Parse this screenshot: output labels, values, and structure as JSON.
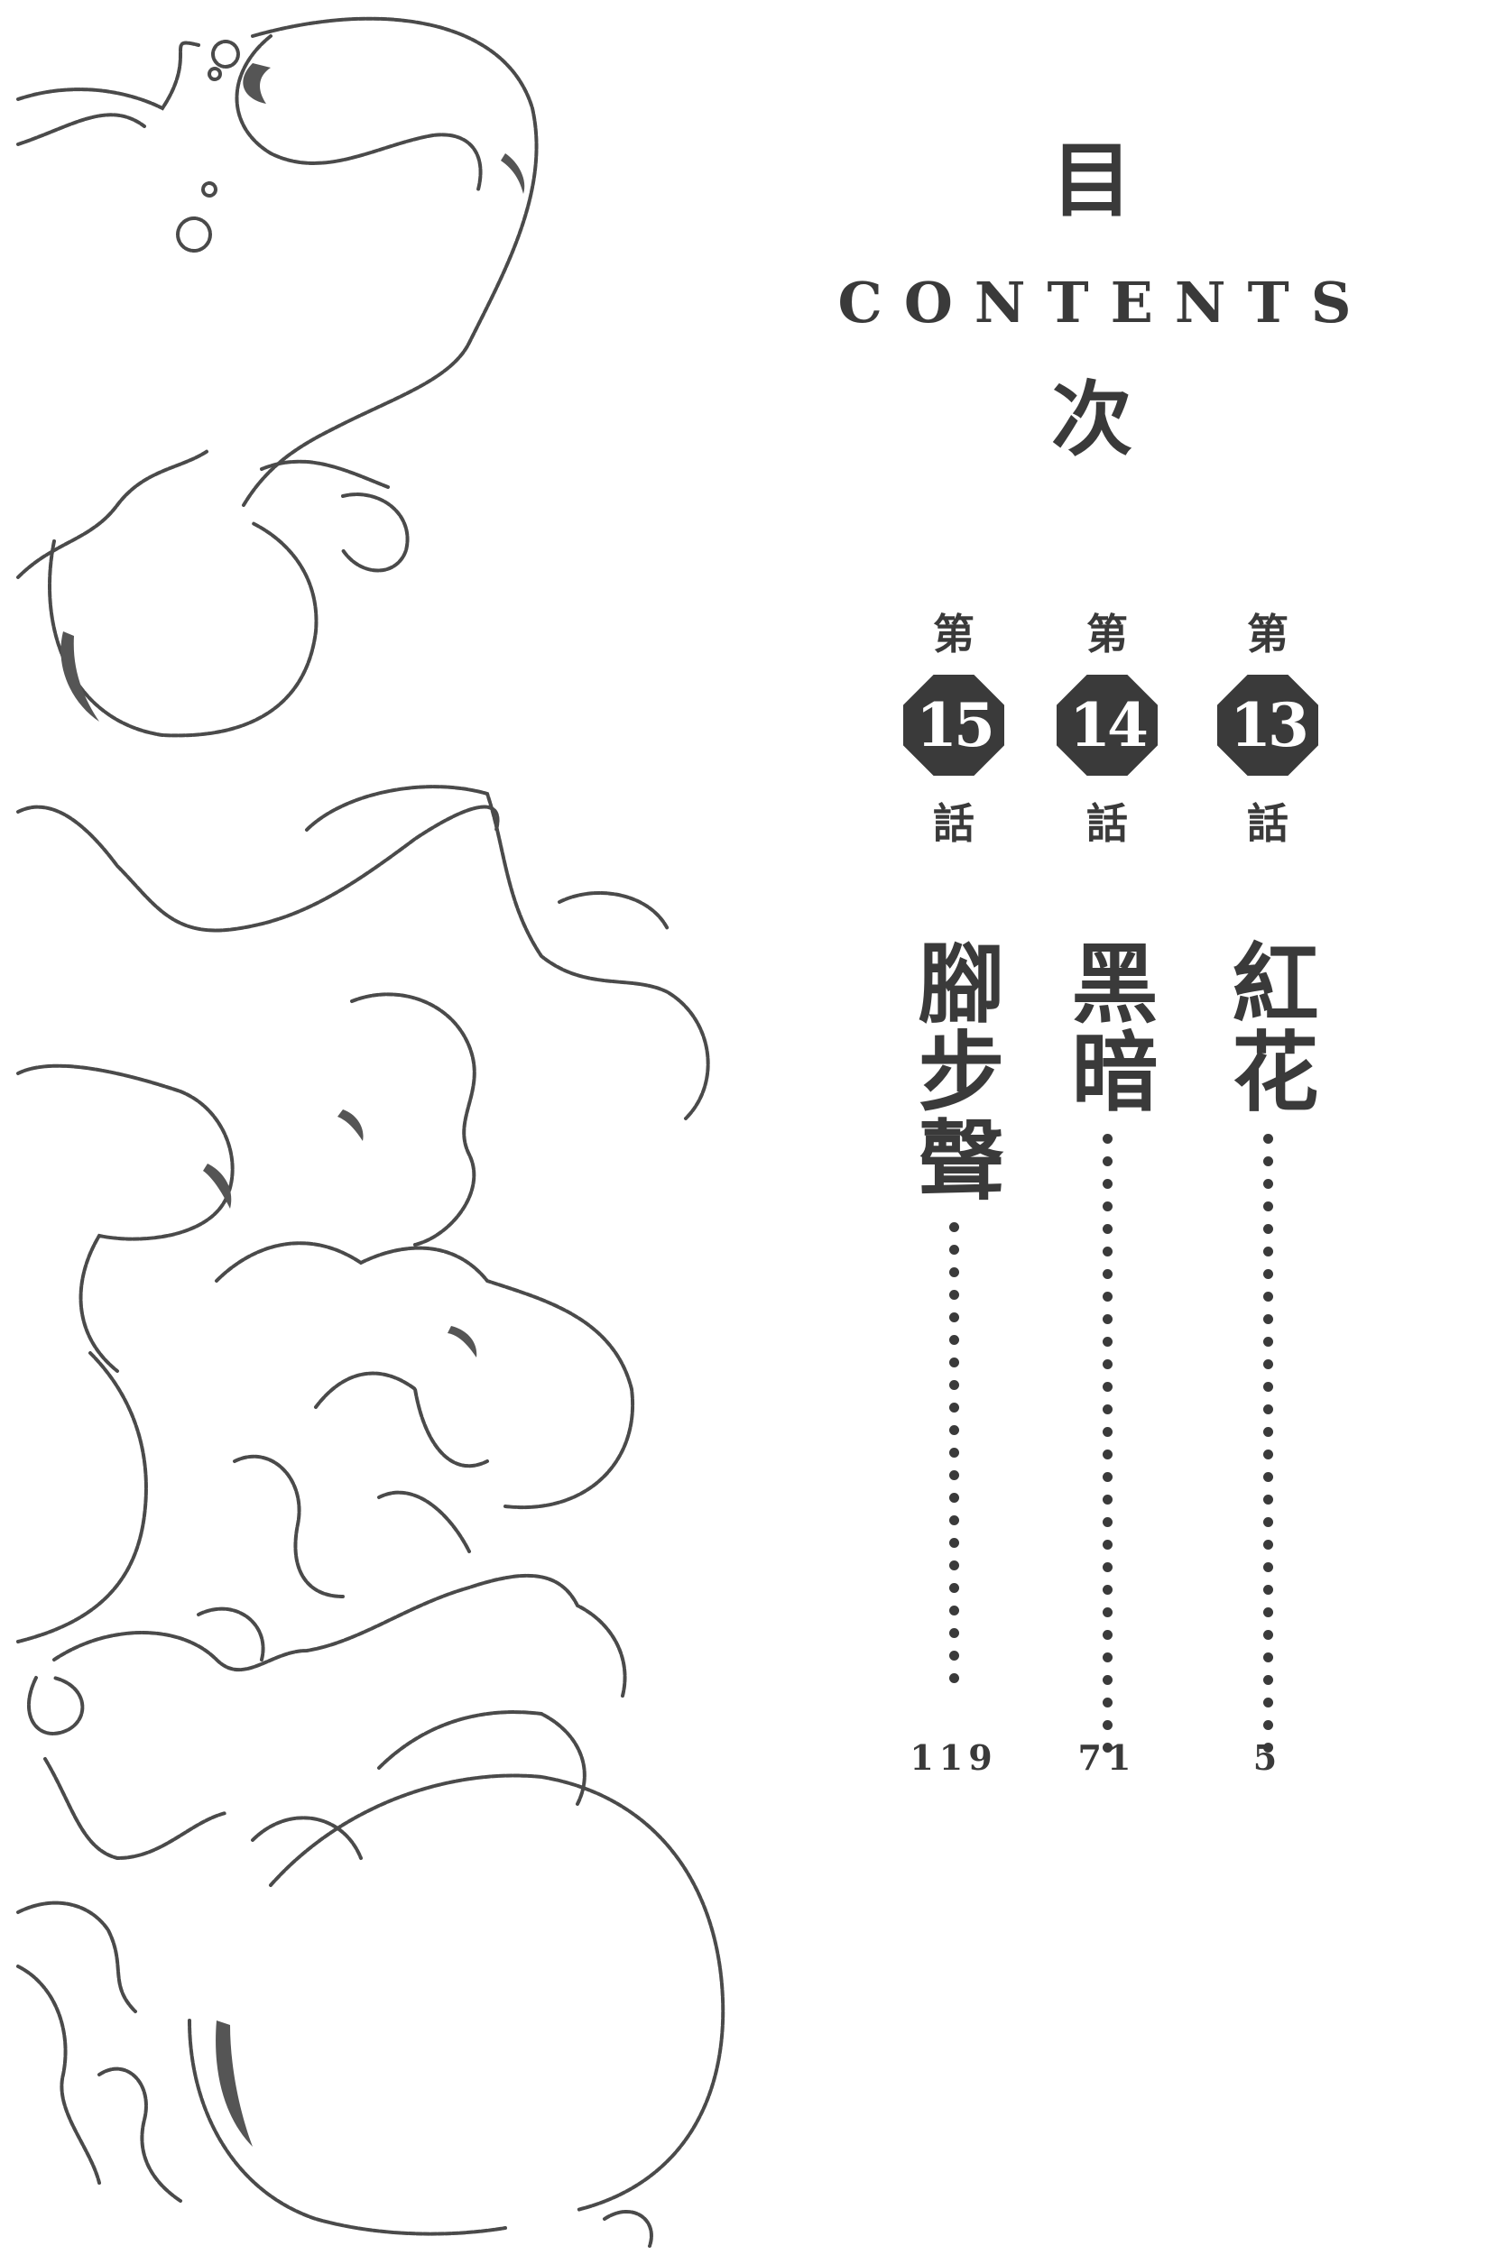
{
  "header": {
    "title_top": "目",
    "title_english": "CONTENTS",
    "title_bottom": "次"
  },
  "chapters": [
    {
      "prefix": "第",
      "number": "15",
      "suffix": "話",
      "title": "腳步聲",
      "page": "119",
      "dots": 19
    },
    {
      "prefix": "第",
      "number": "14",
      "suffix": "話",
      "title": "黑暗",
      "page": "71",
      "dots": 29
    },
    {
      "prefix": "第",
      "number": "13",
      "suffix": "話",
      "title": "紅花",
      "page": "5",
      "dots": 29
    }
  ],
  "illustration": {
    "subject": "stylized-waves-and-clouds",
    "ink_color": "#3a3a3a"
  }
}
